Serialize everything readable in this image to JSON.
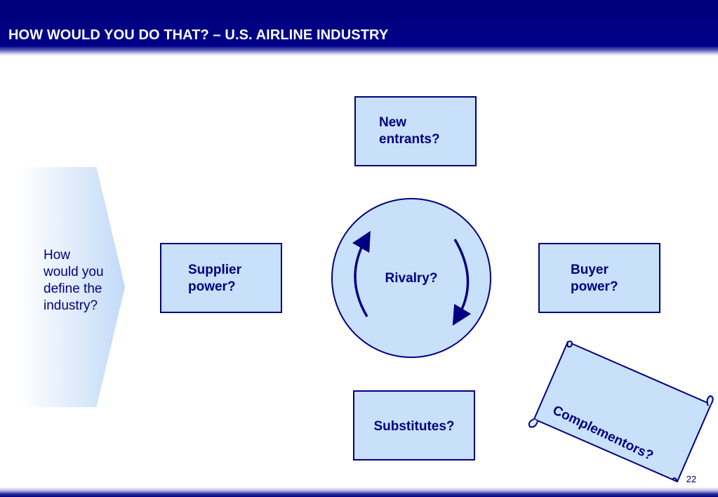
{
  "header": {
    "title": "HOW WOULD YOU DO THAT? – U.S. AIRLINE INDUSTRY"
  },
  "chevron": {
    "line1": "How",
    "line2": "would you",
    "line3": "define the",
    "line4": "industry?"
  },
  "forces": {
    "new_entrants": {
      "line1": "New",
      "line2": "entrants?"
    },
    "supplier_power": {
      "line1": "Supplier",
      "line2": "power?"
    },
    "buyer_power": {
      "line1": "Buyer",
      "line2": "power?"
    },
    "substitutes": {
      "label": "Substitutes?"
    },
    "rivalry": {
      "label": "Rivalry?"
    },
    "complementors": {
      "label": "Complementors?"
    }
  },
  "footer": {
    "page_number": "22"
  },
  "colors": {
    "header_band": "#000088",
    "box_fill": "#c9e0fa",
    "box_border": "#000080",
    "text": "#000080"
  }
}
